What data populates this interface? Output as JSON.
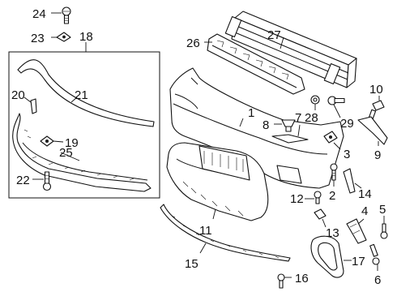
{
  "diagram": {
    "callouts": {
      "c1": "1",
      "c2": "2",
      "c3": "3",
      "c4": "4",
      "c5": "5",
      "c6": "6",
      "c7": "7",
      "c8": "8",
      "c9": "9",
      "c10": "10",
      "c11": "11",
      "c12": "12",
      "c13": "13",
      "c14": "14",
      "c15": "15",
      "c16": "16",
      "c17": "17",
      "c18": "18",
      "c19": "19",
      "c20": "20",
      "c21": "21",
      "c22": "22",
      "c23": "23",
      "c24": "24",
      "c25": "25",
      "c26": "26",
      "c27": "27",
      "c28": "28",
      "c29": "29"
    }
  }
}
